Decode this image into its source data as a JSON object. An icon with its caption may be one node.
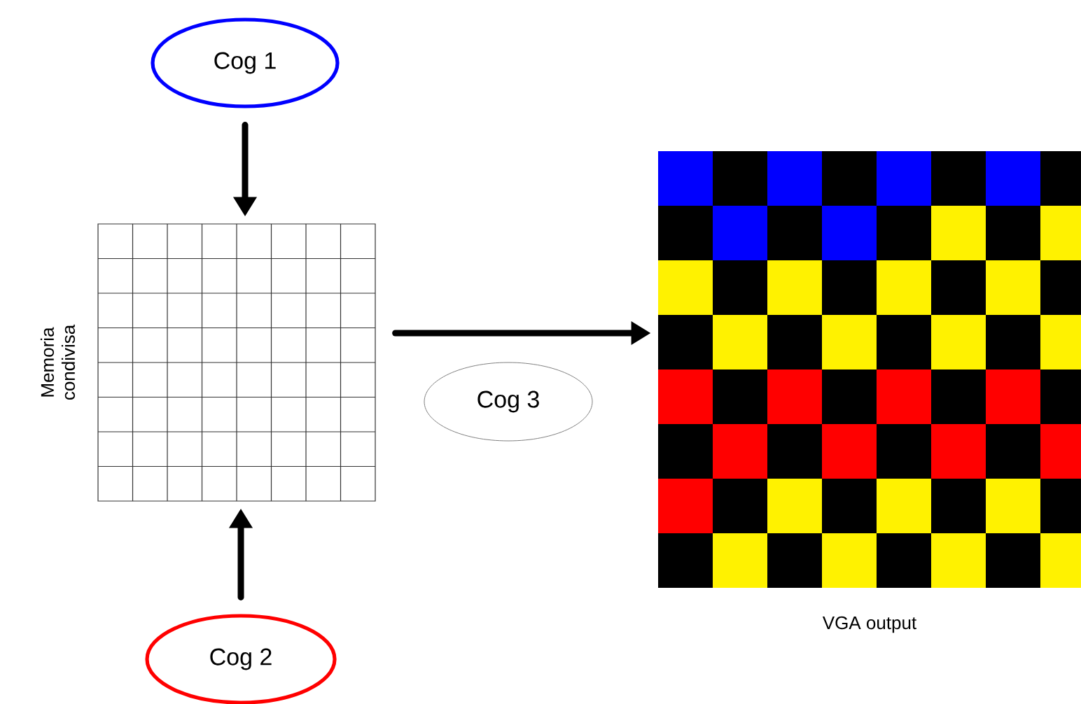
{
  "diagram": {
    "nodes": [
      {
        "text": [
          "Cog 1"
        ]
      },
      {
        "text": [],
        "shape": "box",
        "beside": [
          "Memoria condivisa"
        ]
      },
      {
        "text": [
          "Cog 2"
        ]
      },
      {
        "text": [
          "Cog 3"
        ]
      },
      {
        "text": [],
        "shape": "picture",
        "beside": [
          "VGA output"
        ]
      }
    ],
    "edges": [
      {
        "from": 0,
        "to": 1,
        "arrow": "to"
      },
      {
        "from": 2,
        "to": 1,
        "arrow": "to"
      },
      {
        "from": 1,
        "to": 4,
        "arrow": "to"
      }
    ]
  }
}
